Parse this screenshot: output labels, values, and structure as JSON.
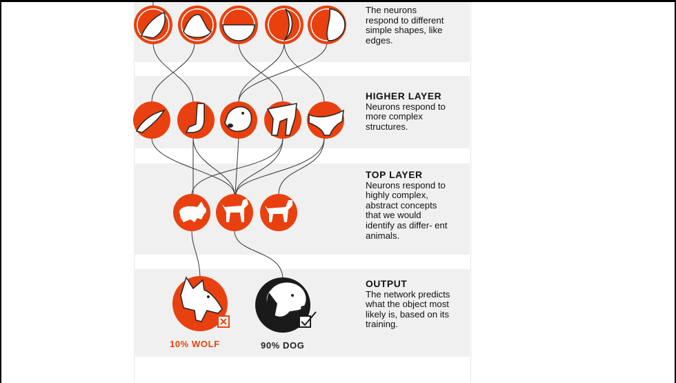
{
  "colors": {
    "accent": "#E8410F",
    "dark": "#1A1A1A",
    "band": "#F0F0F0"
  },
  "layers": {
    "first": {
      "text": "The neurons respond to different simple shapes, like edges."
    },
    "higher": {
      "title": "HIGHER LAYER",
      "text": "Neurons respond to more complex structures."
    },
    "top": {
      "title": "TOP LAYER",
      "text": "Neurons respond to highly complex, abstract concepts that we would identify as differ- ent animals."
    },
    "output": {
      "title": "OUTPUT",
      "text": "The network predicts what the object most likely is, based on its training."
    }
  },
  "predictions": [
    {
      "label": "10% WOLF",
      "icon": "wolf-icon",
      "marker": "x-box-icon"
    },
    {
      "label": "90% DOG",
      "icon": "dog-icon",
      "marker": "check-box-icon"
    }
  ],
  "neurons": {
    "edges": [
      "edge-shape-icon",
      "edge-shape-icon",
      "edge-shape-icon",
      "edge-shape-icon",
      "edge-shape-icon"
    ],
    "structures": [
      "ear-shape-icon",
      "leg-shape-icon",
      "dog-face-icon",
      "legs-shape-icon",
      "body-shape-icon"
    ],
    "animals": [
      "wolf-silhouette-icon",
      "dog-standing-icon",
      "dog-walking-icon"
    ]
  }
}
